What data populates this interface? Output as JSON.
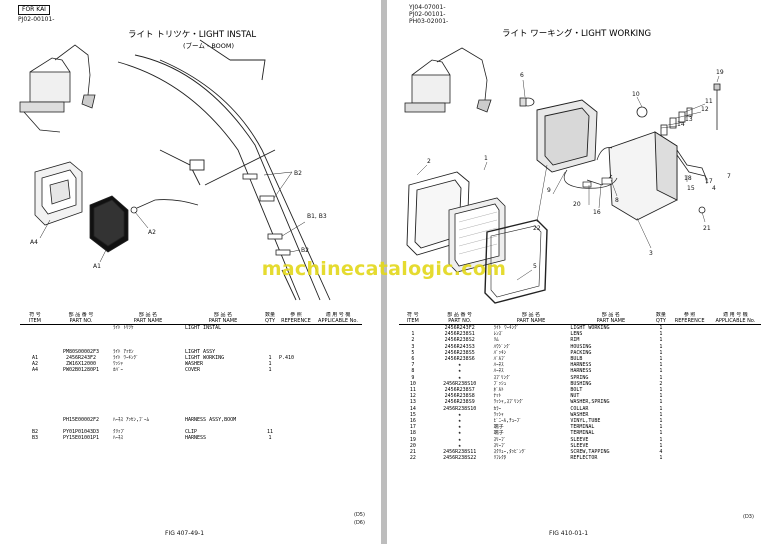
{
  "left": {
    "tag": "FOR KAI",
    "code": "PJ02-00101-",
    "title": "ライト トリツケ・LIGHT INSTAL",
    "subtitle": "(ブーム・BOOM)",
    "labels": [
      "B2",
      "B2",
      "B1, B3",
      "A2",
      "A4",
      "A1"
    ],
    "header": {
      "col1_jp": "符 号",
      "col1_en": "ITEM",
      "col2_jp": "部 品 番 号",
      "col2_en": "PART NO.",
      "col3_jp": "部 品 名",
      "col3_en": "PART NAME",
      "col4_jp": "部 品 名",
      "col4_en": "PART NAME",
      "col5_jp": "数量",
      "col5_en": "QTY",
      "col6_jp": "参 照",
      "col6_en": "REFERENCE",
      "col7_jp": "適 用 号 機",
      "col7_en": "APPLICABLE No."
    },
    "rows": [
      {
        "item": "",
        "part": "",
        "jp": "ﾗｲﾄ ﾄﾘﾂｹ",
        "en": "LIGHT INSTAL",
        "qty": "",
        "ref": "",
        "app": ""
      },
      {
        "item": "",
        "part": "PM80S00002F3",
        "jp": "ﾗｲﾄ ｱｯｾﾝ",
        "en": "LIGHT ASSY",
        "qty": "",
        "ref": "",
        "app": ""
      },
      {
        "item": "A1",
        "part": "2456R243F2",
        "jp": "ﾗｲﾄ ﾜｰｷﾝｸﾞ",
        "en": "LIGHT WORKING",
        "qty": "1",
        "ref": "P.410",
        "app": ""
      },
      {
        "item": "A2",
        "part": "ZW16X12000",
        "jp": "ﾜｯｼｬ",
        "en": "WASHER",
        "qty": "1",
        "ref": "",
        "app": ""
      },
      {
        "item": "A4",
        "part": "PW02B01280P1",
        "jp": "ｶﾊﾞｰ",
        "en": "COVER",
        "qty": "1",
        "ref": "",
        "app": ""
      },
      {
        "item": "",
        "part": "PH15E00002F2",
        "jp": "ﾊｰﾈｽ ｱｯｾﾝ,ﾌﾞｰﾑ",
        "en": "HARNESS ASSY,BOOM",
        "qty": "",
        "ref": "",
        "app": ""
      },
      {
        "item": "B2",
        "part": "PY01P01043D3",
        "jp": "ｸﾘｯﾌﾟ",
        "en": "CLIP",
        "qty": "11",
        "ref": "",
        "app": ""
      },
      {
        "item": "B3",
        "part": "PY15E01001P1",
        "jp": "ﾊｰﾈｽ",
        "en": "HARNESS",
        "qty": "1",
        "ref": "",
        "app": ""
      }
    ],
    "corner1": "(D5)",
    "corner2": "(D6)",
    "fig": "FIG 407-49-1"
  },
  "right": {
    "codes": [
      "YJ04-07001-",
      "PJ02-00101-",
      "PH03-02001-"
    ],
    "title": "ライト ワーキング・LIGHT WORKING",
    "labels": [
      "19",
      "6",
      "10",
      "2",
      "1",
      "12",
      "11",
      "14",
      "13",
      "18",
      "7",
      "4",
      "9",
      "20",
      "16",
      "15",
      "17",
      "21",
      "22",
      "3",
      "8",
      "5"
    ],
    "header": {
      "col1_jp": "符 号",
      "col1_en": "ITEM",
      "col2_jp": "部 品 番 号",
      "col2_en": "PART NO.",
      "col3_jp": "部 品 名",
      "col3_en": "PART NAME",
      "col4_jp": "部 品 名",
      "col4_en": "PART NAME",
      "col5_jp": "数量",
      "col5_en": "QTY",
      "col6_jp": "参 照",
      "col6_en": "REFERENCE",
      "col7_jp": "適 用 号 機",
      "col7_en": "APPLICABLE No."
    },
    "rows": [
      {
        "item": "",
        "part": "2456R243F2",
        "jp": "ﾗｲﾄ ﾜｰｷﾝｸﾞ",
        "en": "LIGHT WORKING",
        "qty": "1",
        "ref": "",
        "app": ""
      },
      {
        "item": "1",
        "part": "2456R238S1",
        "jp": "ﾚﾝｽﾞ",
        "en": "LENS",
        "qty": "1",
        "ref": "",
        "app": ""
      },
      {
        "item": "2",
        "part": "2456R238S2",
        "jp": "ﾘﾑ",
        "en": "RIM",
        "qty": "1",
        "ref": "",
        "app": ""
      },
      {
        "item": "3",
        "part": "2456R243S3",
        "jp": "ﾊｳｼﾞﾝｸﾞ",
        "en": "HOUSING",
        "qty": "1",
        "ref": "",
        "app": ""
      },
      {
        "item": "5",
        "part": "2456R238S5",
        "jp": "ﾊﾟｯｷﾝ",
        "en": "PACKING",
        "qty": "1",
        "ref": "",
        "app": ""
      },
      {
        "item": "6",
        "part": "2456R238S6",
        "jp": "ﾊﾞﾙﾌﾞ",
        "en": "BULB",
        "qty": "1",
        "ref": "",
        "app": ""
      },
      {
        "item": "7",
        "part": "★",
        "jp": "ﾊｰﾈｽ",
        "en": "HARNESS",
        "qty": "1",
        "ref": "",
        "app": ""
      },
      {
        "item": "8",
        "part": "★",
        "jp": "ﾊｰﾈｽ",
        "en": "HARNESS",
        "qty": "1",
        "ref": "",
        "app": ""
      },
      {
        "item": "9",
        "part": "★",
        "jp": "ｽﾌﾟﾘﾝｸﾞ",
        "en": "SPRING",
        "qty": "1",
        "ref": "",
        "app": ""
      },
      {
        "item": "10",
        "part": "2456R238S10",
        "jp": "ﾌﾞｯｼｭ",
        "en": "BUSHING",
        "qty": "2",
        "ref": "",
        "app": ""
      },
      {
        "item": "11",
        "part": "2456R238S7",
        "jp": "ﾎﾞﾙﾄ",
        "en": "BOLT",
        "qty": "1",
        "ref": "",
        "app": ""
      },
      {
        "item": "12",
        "part": "2456R238S8",
        "jp": "ﾅｯﾄ",
        "en": "NUT",
        "qty": "1",
        "ref": "",
        "app": ""
      },
      {
        "item": "13",
        "part": "2456R238S9",
        "jp": "ﾜｯｼｬ,ｽﾌﾟﾘﾝｸﾞ",
        "en": "WASHER,SPRING",
        "qty": "1",
        "ref": "",
        "app": ""
      },
      {
        "item": "14",
        "part": "2456R238S10",
        "jp": "ｶﾗｰ",
        "en": "COLLAR",
        "qty": "1",
        "ref": "",
        "app": ""
      },
      {
        "item": "15",
        "part": "★",
        "jp": "ﾜｯｼｬ",
        "en": "WASHER",
        "qty": "1",
        "ref": "",
        "app": ""
      },
      {
        "item": "16",
        "part": "★",
        "jp": "ﾋﾞﾆｰﾙ,ﾁｭｰﾌﾞ",
        "en": "VINYL,TUBE",
        "qty": "1",
        "ref": "",
        "app": ""
      },
      {
        "item": "17",
        "part": "★",
        "jp": "端子",
        "en": "TERMINAL",
        "qty": "1",
        "ref": "",
        "app": ""
      },
      {
        "item": "18",
        "part": "★",
        "jp": "端子",
        "en": "TERMINAL",
        "qty": "1",
        "ref": "",
        "app": ""
      },
      {
        "item": "19",
        "part": "★",
        "jp": "ｽﾘｰﾌﾞ",
        "en": "SLEEVE",
        "qty": "1",
        "ref": "",
        "app": ""
      },
      {
        "item": "20",
        "part": "★",
        "jp": "ｽﾘｰﾌﾞ",
        "en": "SLEEVE",
        "qty": "1",
        "ref": "",
        "app": ""
      },
      {
        "item": "21",
        "part": "2456R238S11",
        "jp": "ｽｸﾘｭｰ,ﾀｯﾋﾟﾝｸﾞ",
        "en": "SCREW,TAPPING",
        "qty": "4",
        "ref": "",
        "app": ""
      },
      {
        "item": "22",
        "part": "2456R238S22",
        "jp": "ﾘﾌﾚｸﾀ",
        "en": "REFLECTOR",
        "qty": "1",
        "ref": "",
        "app": ""
      }
    ],
    "corner1": "(D3)",
    "fig": "FIG 410-01-1"
  },
  "watermark": "machinecatalogic.com"
}
